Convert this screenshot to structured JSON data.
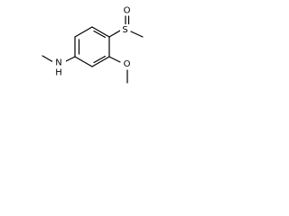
{
  "molecule": {
    "atoms": {
      "oxygen_sulfoxide": "O",
      "sulfur": "S",
      "oxygen_methoxy": "O",
      "nitrogen_amine": "N",
      "amine_hydrogen": "H"
    },
    "colors": {
      "bond": "#000000",
      "label": "#000000",
      "background": "#ffffff"
    }
  }
}
